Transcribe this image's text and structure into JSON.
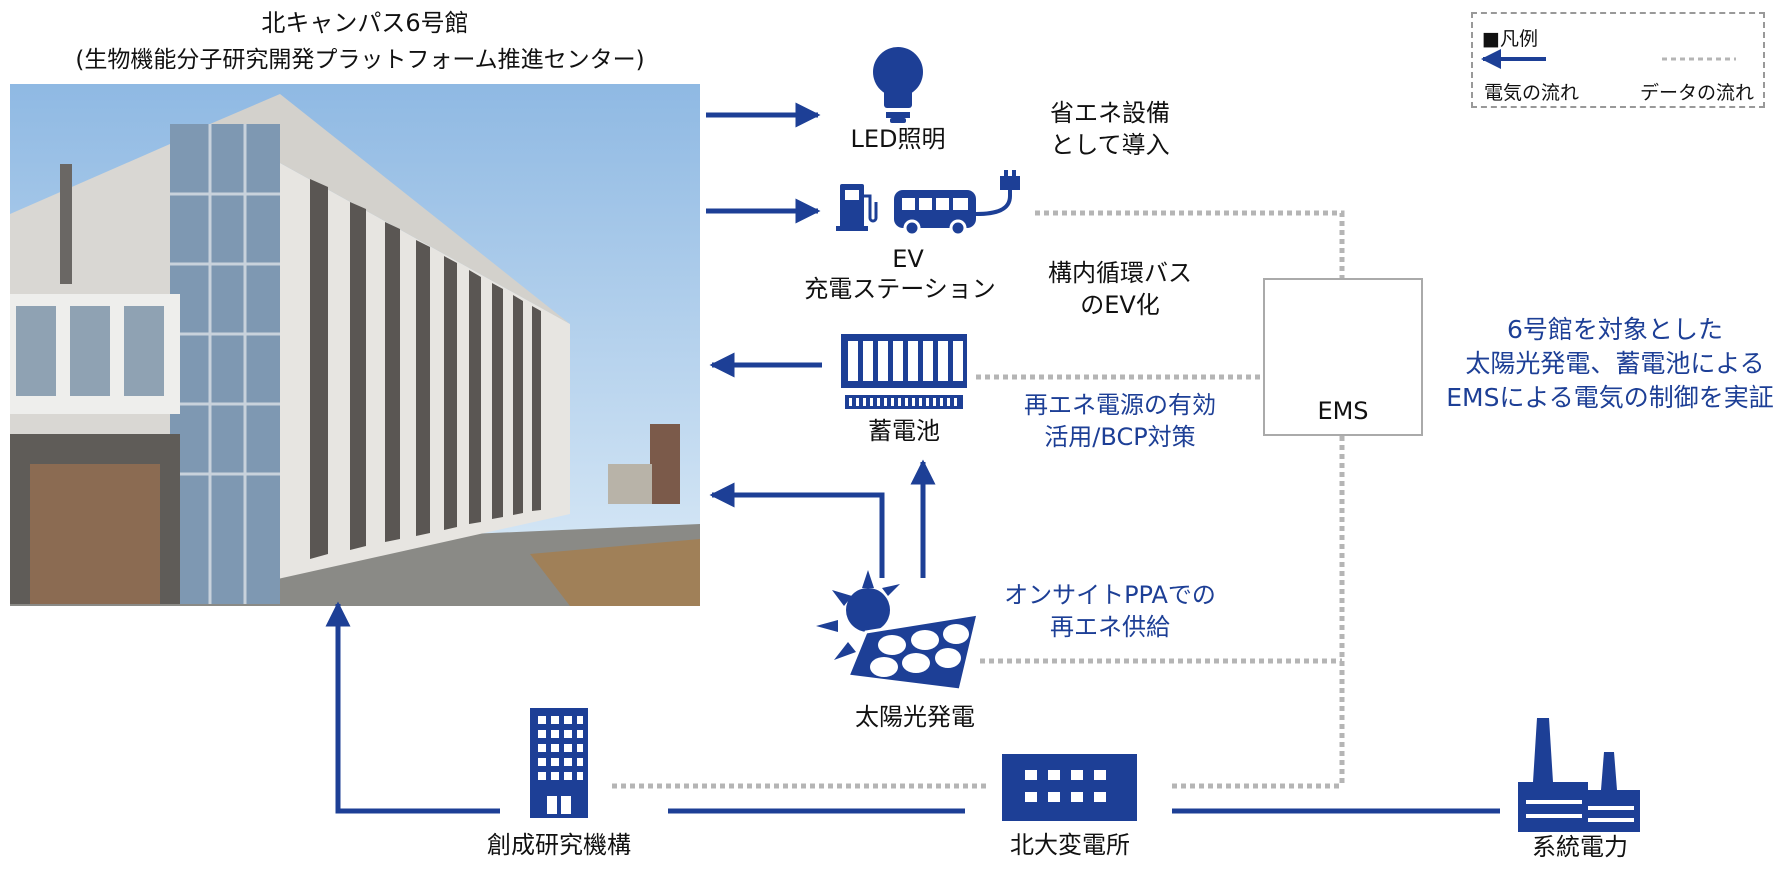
{
  "building": {
    "title": "北キャンパス6号館",
    "subtitle": "(生物機能分子研究開発プラットフォーム推進センター)"
  },
  "legend": {
    "heading": "■凡例",
    "electric": "電気の流れ",
    "data": "データの流れ"
  },
  "nodes": {
    "led": "LED照明",
    "ev_line1": "EV",
    "ev_line2": "充電ステーション",
    "battery": "蓄電池",
    "solar": "太陽光発電",
    "ems": "EMS",
    "institute": "創成研究機構",
    "substation": "北大変電所",
    "grid": "系統電力"
  },
  "notes": {
    "saving_line1": "省エネ設備",
    "saving_line2": "として導入",
    "bus_line1": "構内循環バス",
    "bus_line2": "のEV化",
    "renew_line1": "再エネ電源の有効",
    "renew_line2": "活用/BCP対策",
    "ppa_line1": "オンサイトPPAでの",
    "ppa_line2": "再エネ供給",
    "ems_line1": "6号館を対象とした",
    "ems_line2": "太陽光発電、蓄電池による",
    "ems_line3": "EMSによる電気の制御を実証"
  },
  "colors": {
    "electric": "#1d3f96",
    "data": "#b5b5b5",
    "accent_text": "#1d3f96"
  }
}
